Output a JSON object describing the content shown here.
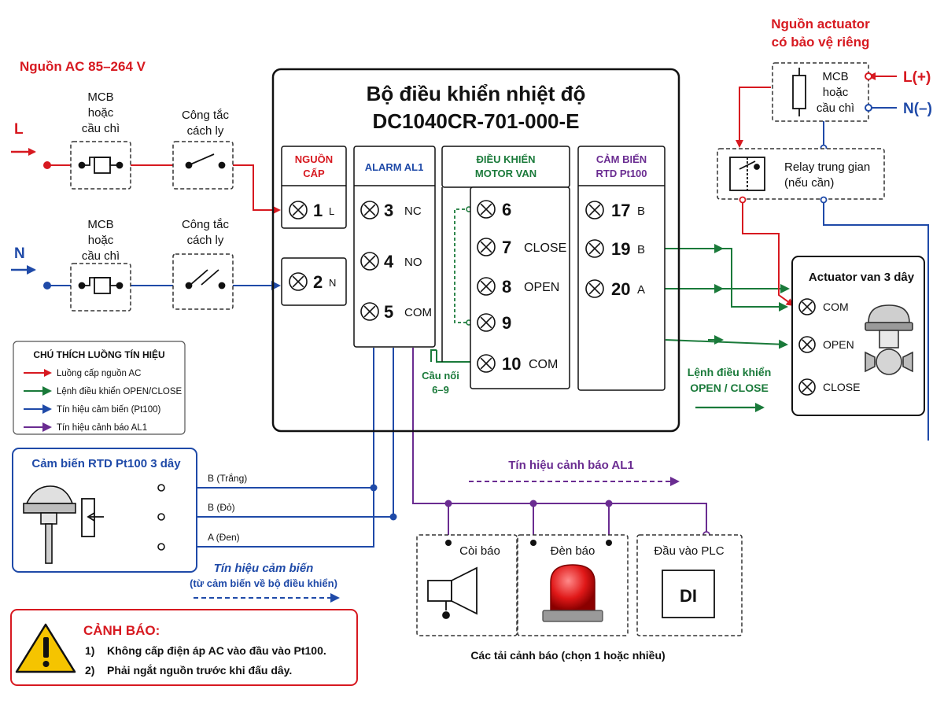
{
  "colors": {
    "power": "#d71920",
    "control": "#1a7a3a",
    "sensor": "#1f4aa8",
    "alarm": "#6a2c91",
    "black": "#111111"
  },
  "ac_source": {
    "title": "Nguồn AC 85–264 V",
    "line_l": "L",
    "line_n": "N"
  },
  "mcb_l": {
    "line1": "MCB",
    "line2": "hoặc",
    "line3": "cầu chì"
  },
  "mcb_n": {
    "line1": "MCB",
    "line2": "hoặc",
    "line3": "cầu chì"
  },
  "switch_l": {
    "line1": "Công tắc",
    "line2": "cách ly"
  },
  "switch_n": {
    "line1": "Công tắc",
    "line2": "cách ly"
  },
  "controller": {
    "title1": "Bộ điều khiển nhiệt độ",
    "title2": "DC1040CR-701-000-E"
  },
  "power_block": {
    "title1": "NGUỒN",
    "title2": "CẤP",
    "t1": {
      "num": "1",
      "label": "L"
    },
    "t2": {
      "num": "2",
      "label": "N"
    }
  },
  "alarm_block": {
    "title": "ALARM AL1",
    "t3": {
      "num": "3",
      "label": "NC"
    },
    "t4": {
      "num": "4",
      "label": "NO"
    },
    "t5": {
      "num": "5",
      "label": "COM"
    }
  },
  "motor_block": {
    "title1": "ĐIỀU KHIỂN",
    "title2": "MOTOR VAN",
    "t6": {
      "num": "6",
      "label": ""
    },
    "t7": {
      "num": "7",
      "label": "CLOSE"
    },
    "t8": {
      "num": "8",
      "label": "OPEN"
    },
    "t9": {
      "num": "9",
      "label": ""
    },
    "t10": {
      "num": "10",
      "label": "COM"
    },
    "bridge1": "Cầu nối",
    "bridge2": "6–9"
  },
  "rtd_block": {
    "title1": "CẢM BIẾN",
    "title2": "RTD Pt100",
    "t17": {
      "num": "17",
      "label": "B"
    },
    "t19": {
      "num": "19",
      "label": "B"
    },
    "t20": {
      "num": "20",
      "label": "A"
    }
  },
  "actuator_source": {
    "title1": "Nguồn actuator",
    "title2": "có bảo vệ riêng",
    "l": "L(+)",
    "n": "N(–)"
  },
  "actuator_mcb": {
    "line1": "MCB",
    "line2": "hoặc",
    "line3": "cầu chì"
  },
  "relay": {
    "line1": "Relay trung gian",
    "line2": "(nếu cần)"
  },
  "actuator": {
    "title": "Actuator van 3 dây",
    "com": "COM",
    "open": "OPEN",
    "close": "CLOSE"
  },
  "control_cmd": {
    "line1": "Lệnh điều khiển",
    "line2": "OPEN / CLOSE"
  },
  "legend": {
    "title": "CHÚ THÍCH LUỒNG TÍN HIỆU",
    "items": [
      "Luồng cấp nguồn AC",
      "Lệnh điều khiển OPEN/CLOSE",
      "Tín hiệu cảm biến (Pt100)",
      "Tín hiệu cảnh báo AL1"
    ]
  },
  "sensor": {
    "title": "Cảm biến RTD Pt100 3 dây",
    "wire1": "B (Trắng)",
    "wire2": "B (Đỏ)",
    "wire3": "A (Đen)",
    "flow1": "Tín hiệu cảm biến",
    "flow2": "(từ cảm biến về bộ điều khiển)"
  },
  "alarm_flow": "Tín hiệu cảnh báo AL1",
  "loads": {
    "horn": "Còi báo",
    "lamp": "Đèn báo",
    "plc": "Đầu vào PLC",
    "di": "DI",
    "caption": "Các tải cảnh báo (chọn 1 hoặc nhiều)"
  },
  "warning": {
    "title": "CẢNH BÁO:",
    "item1_num": "1)",
    "item1": "Không cấp điện áp AC vào đầu vào Pt100.",
    "item2_num": "2)",
    "item2": "Phải ngắt nguồn trước khi đấu dây."
  }
}
